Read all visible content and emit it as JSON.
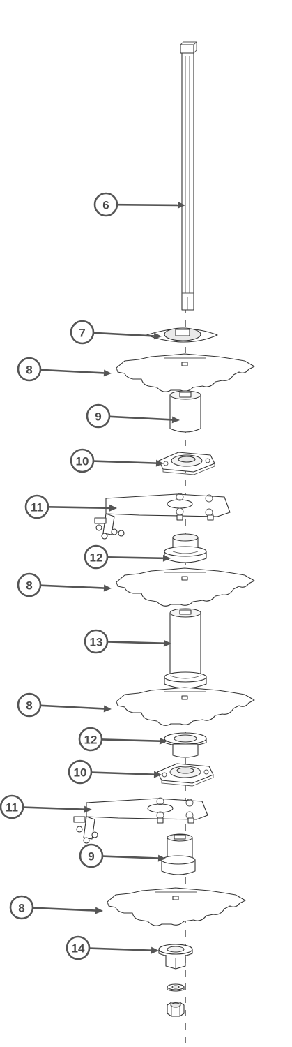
{
  "callouts": [
    {
      "id": "callout-6",
      "label": "6"
    },
    {
      "id": "callout-7",
      "label": "7"
    },
    {
      "id": "callout-8-a",
      "label": "8"
    },
    {
      "id": "callout-9-a",
      "label": "9"
    },
    {
      "id": "callout-10-a",
      "label": "10"
    },
    {
      "id": "callout-11-a",
      "label": "11"
    },
    {
      "id": "callout-12-a",
      "label": "12"
    },
    {
      "id": "callout-8-b",
      "label": "8"
    },
    {
      "id": "callout-13",
      "label": "13"
    },
    {
      "id": "callout-8-c",
      "label": "8"
    },
    {
      "id": "callout-12-b",
      "label": "12"
    },
    {
      "id": "callout-10-b",
      "label": "10"
    },
    {
      "id": "callout-11-b",
      "label": "11"
    },
    {
      "id": "callout-9-b",
      "label": "9"
    },
    {
      "id": "callout-8-d",
      "label": "8"
    },
    {
      "id": "callout-14",
      "label": "14"
    }
  ]
}
